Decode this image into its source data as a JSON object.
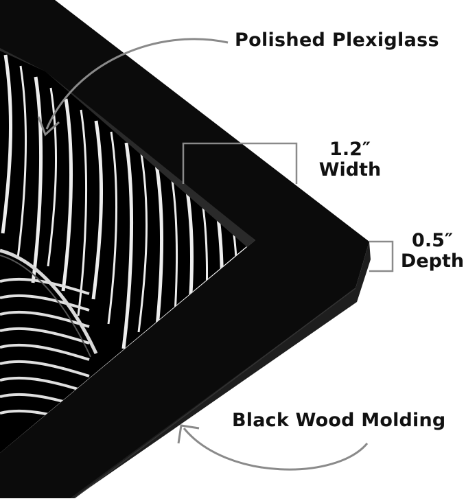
{
  "labels": {
    "plexiglass": "Polished Plexiglass",
    "width_value": "1.2″",
    "width_word": "Width",
    "depth_value": "0.5″",
    "depth_word": "Depth",
    "molding": "Black Wood Molding"
  },
  "colors": {
    "frame": "#0b0b0b",
    "frame_edge": "#1e1e1e",
    "leaf_dark": "#050505",
    "leaf_light": "#f2f2f2",
    "annotation_gray": "#8a8a8a",
    "text": "#111111"
  }
}
